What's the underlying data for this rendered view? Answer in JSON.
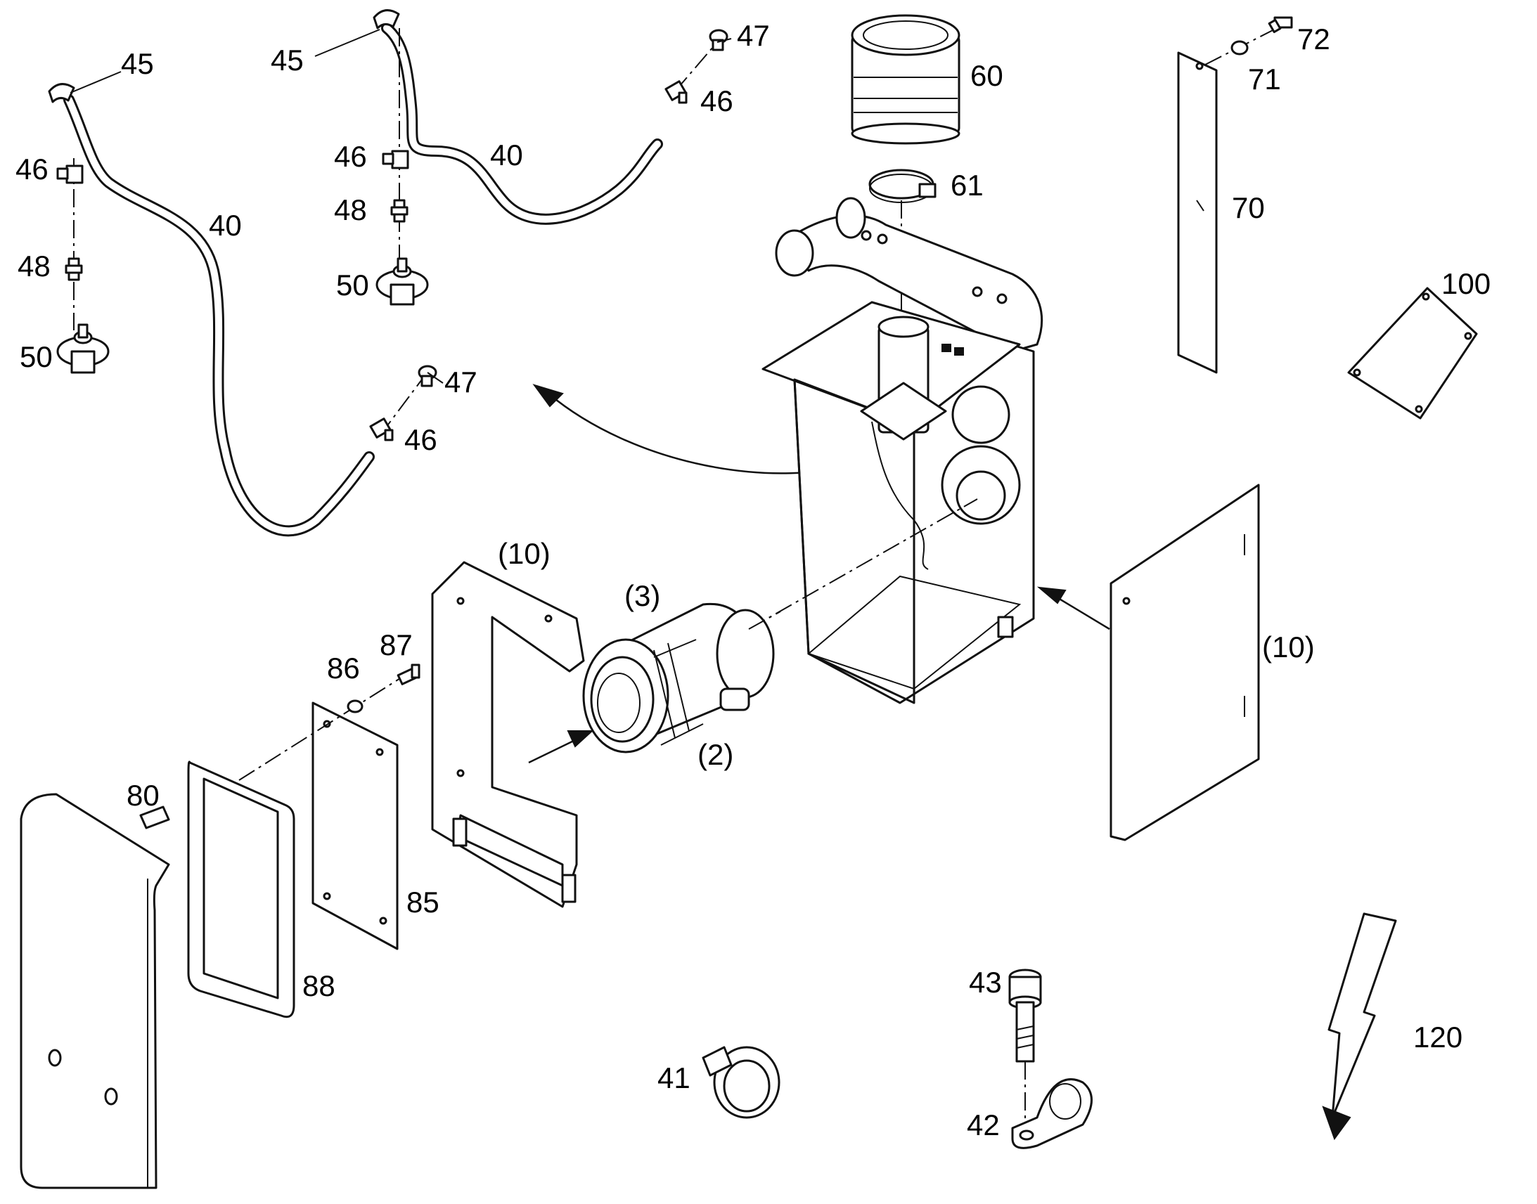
{
  "diagram": {
    "callouts": {
      "c45a": "45",
      "c45b": "45",
      "c47a": "47",
      "c47b": "47",
      "c46a": "46",
      "c46b": "46",
      "c46c": "46",
      "c46d": "46",
      "c40a": "40",
      "c40b": "40",
      "c48a": "48",
      "c48b": "48",
      "c50a": "50",
      "c50b": "50",
      "c60": "60",
      "c61": "61",
      "c70": "70",
      "c71": "71",
      "c72": "72",
      "c100": "100",
      "c10a": "(10)",
      "c10b": "(10)",
      "c3": "(3)",
      "c2": "(2)",
      "c87": "87",
      "c86": "86",
      "c85": "85",
      "c80": "80",
      "c88": "88",
      "c41": "41",
      "c42": "42",
      "c43": "43",
      "c120": "120"
    },
    "icons": {
      "lightning": "lightning-bolt-icon"
    },
    "colors": {
      "line": "#111111",
      "background": "#ffffff"
    }
  }
}
